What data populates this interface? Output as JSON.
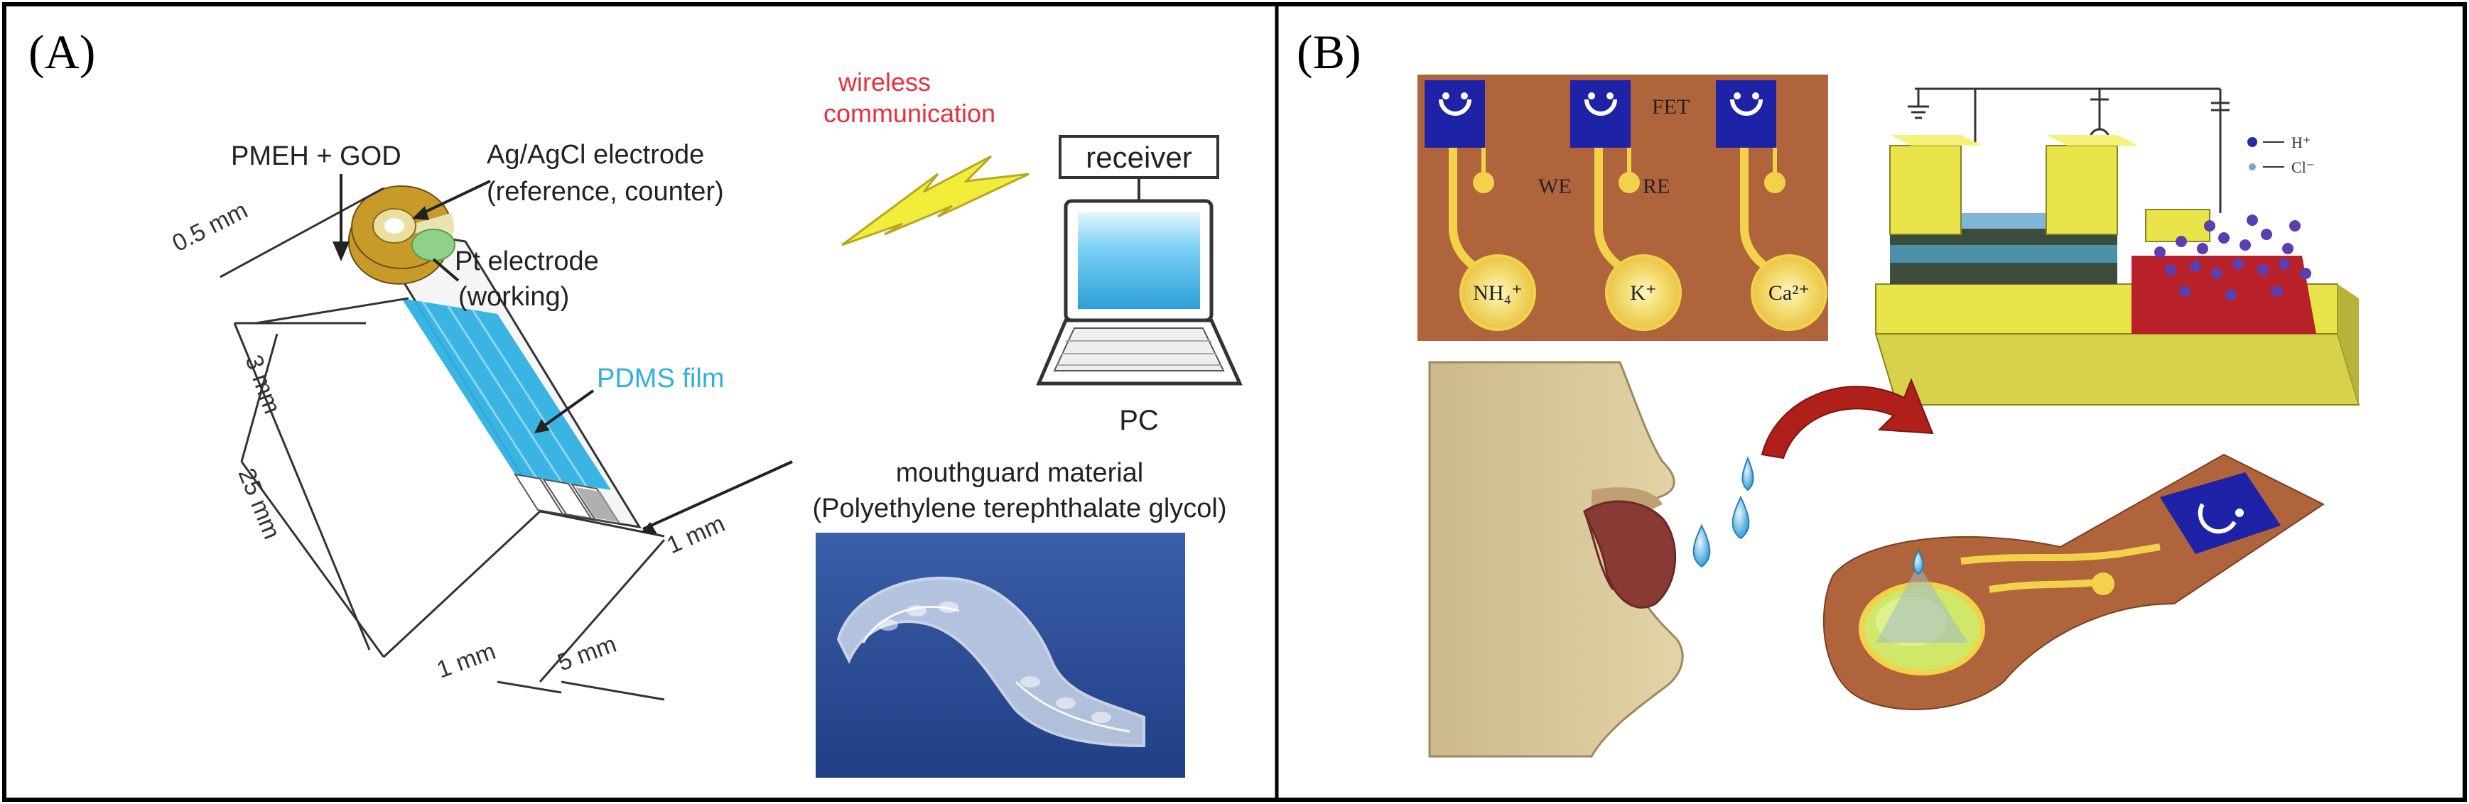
{
  "panels": {
    "a": {
      "label": "(A)",
      "sensor": {
        "pmeh_god": "PMEH + GOD",
        "agagcl_line1": "Ag/AgCl electrode",
        "agagcl_line2": "(reference, counter)",
        "pt_line1": "Pt electrode",
        "pt_line2": "(working)",
        "pdms": "PDMS film",
        "dim_05": "0.5 mm",
        "dim_3": "3 mm",
        "dim_25": "25 mm",
        "dim_1_right": "1 mm",
        "dim_1_bottom": "1 mm",
        "dim_5": "5 mm"
      },
      "wireless_line1": "wireless",
      "wireless_line2": "communication",
      "receiver": "receiver",
      "pc": "PC",
      "mouthguard_line1": "mouthguard material",
      "mouthguard_line2": "(Polyethylene terephthalate glycol)"
    },
    "b": {
      "label": "(B)",
      "fet": "FET",
      "we": "WE",
      "re": "RE",
      "ion1": "NH₄⁺",
      "ion2": "K⁺",
      "ion3": "Ca²⁺",
      "legend1": "H⁺",
      "legend2": "Cl⁻"
    }
  },
  "colors": {
    "pdms_blue": "#2fb0e0",
    "wireless_red": "#e8303c",
    "electrode_gold": "#c89a2a",
    "board_brown": "#b0643c",
    "chip_navy": "#1e22a6"
  }
}
